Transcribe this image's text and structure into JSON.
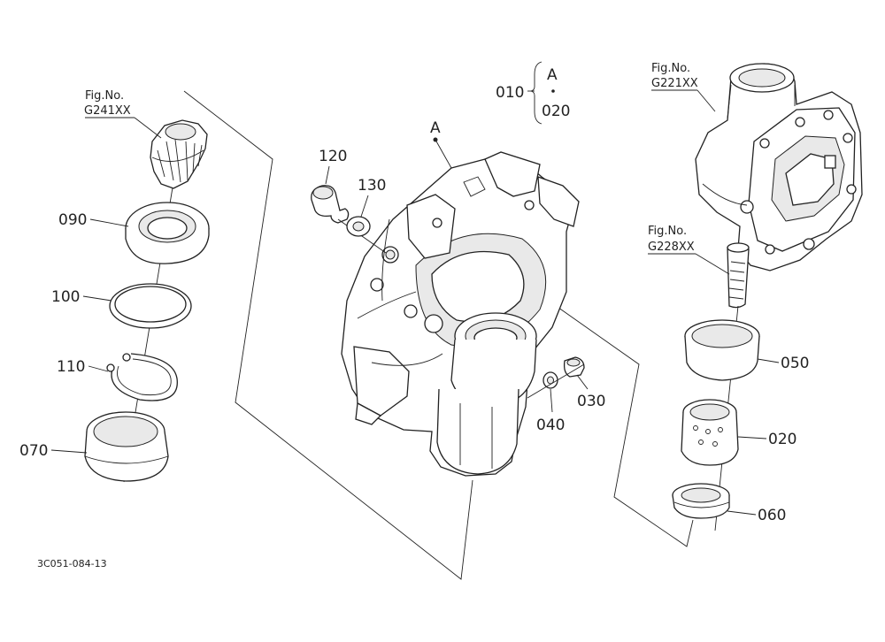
{
  "figure_refs": {
    "gear": {
      "line1": "Fig.No.",
      "line2": "G241XX"
    },
    "housing": {
      "line1": "Fig.No.",
      "line2": "G221XX"
    },
    "shaft": {
      "line1": "Fig.No.",
      "line2": "G228XX"
    }
  },
  "assembly_group": {
    "parent": "010",
    "child_top": "A",
    "child_bottom": "020"
  },
  "point_label": "A",
  "parts": {
    "p120": "120",
    "p130": "130",
    "p090": "090",
    "p100": "100",
    "p110": "110",
    "p070": "070",
    "p040": "040",
    "p030": "030",
    "p050": "050",
    "p020": "020",
    "p060": "060"
  },
  "drawing_code": "3C051-084-13"
}
